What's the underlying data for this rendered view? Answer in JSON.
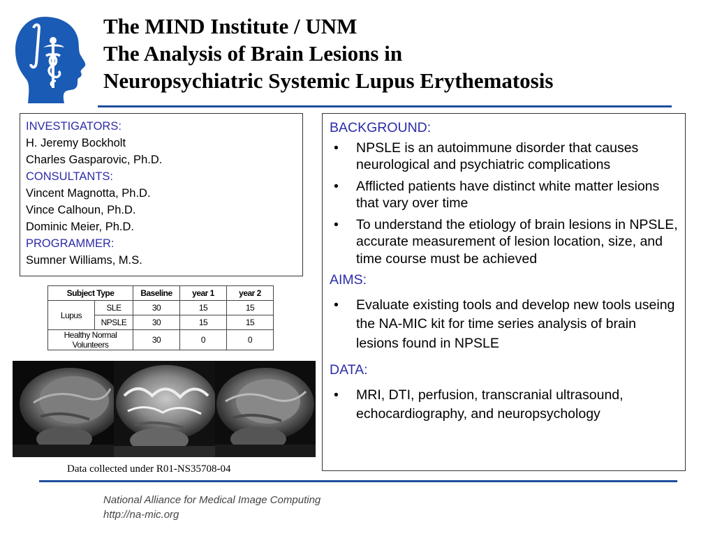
{
  "title": {
    "line1": "The MIND Institute / UNM",
    "line2": "The Analysis of Brain Lesions in",
    "line3": "Neuropsychiatric Systemic Lupus Erythematosis"
  },
  "investigators_box": {
    "investigators_heading": "INVESTIGATORS:",
    "investigators": [
      "H. Jeremy Bockholt",
      "Charles Gasparovic, Ph.D."
    ],
    "consultants_heading": "CONSULTANTS:",
    "consultants": [
      "Vincent Magnotta, Ph.D.",
      "Vince Calhoun, Ph.D.",
      "Dominic Meier, Ph.D."
    ],
    "programmer_heading": "PROGRAMMER:",
    "programmer": [
      "Sumner Williams, M.S."
    ]
  },
  "table": {
    "headers": [
      "Subject Type",
      "Baseline",
      "year 1",
      "year 2"
    ],
    "group_label": "Lupus",
    "rows": [
      {
        "label": "SLE",
        "values": [
          "30",
          "15",
          "15"
        ]
      },
      {
        "label": "NPSLE",
        "values": [
          "30",
          "15",
          "15"
        ]
      },
      {
        "label": "Healthy Normal Volunteers",
        "values": [
          "30",
          "0",
          "0"
        ]
      }
    ]
  },
  "caption": "Data collected under R01-NS35708-04",
  "background_box": {
    "background_heading": "BACKGROUND:",
    "background_items": [
      "NPSLE is an autoimmune disorder that causes neurological and psychiatric complications",
      "Afflicted patients have distinct white matter lesions that vary over time",
      "To understand the etiology of brain lesions in NPSLE, accurate measurement of lesion location, size, and time course must be achieved"
    ],
    "aims_heading": "AIMS:",
    "aims_items": [
      "Evaluate existing tools and develop new tools useing the NA-MIC kit for time series analysis of brain lesions found in NPSLE"
    ],
    "data_heading": "DATA:",
    "data_items": [
      "MRI, DTI, perfusion, transcranial ultrasound, echocardiography, and neuropsychology"
    ],
    "bullet": "•"
  },
  "footer": {
    "line1": "National Alliance for Medical Image Computing",
    "line2": "http://na-mic.org"
  },
  "colors": {
    "accent_blue": "#1f4e9c",
    "heading_blue": "#2c2ca8",
    "logo_blue": "#1a5bb5"
  },
  "icons": {
    "logo": "na-mic-head-logo"
  }
}
